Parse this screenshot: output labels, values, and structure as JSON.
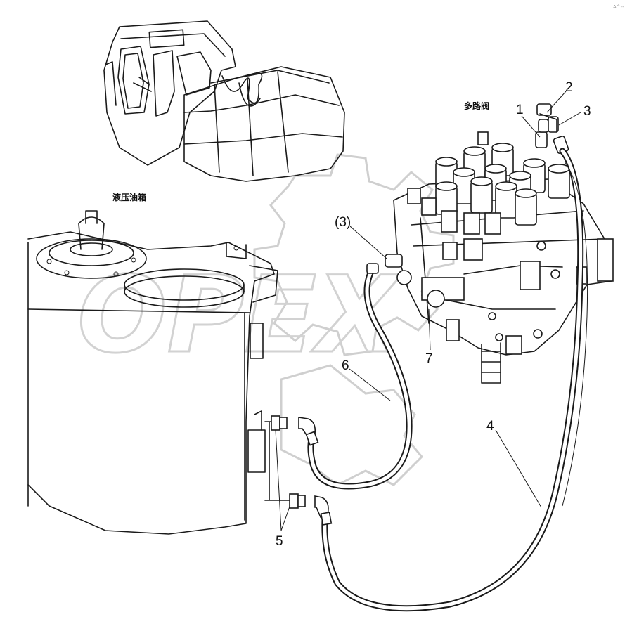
{
  "watermark": {
    "text": "OPEX"
  },
  "corner_mark": "A^--",
  "labels": {
    "multi_valve": "多路阀",
    "hydraulic_tank": "液压油箱"
  },
  "callouts": [
    {
      "id": "c1",
      "text": "1"
    },
    {
      "id": "c2",
      "text": "2"
    },
    {
      "id": "c3",
      "text": "3"
    },
    {
      "id": "c3p",
      "text": "(3)"
    },
    {
      "id": "c4",
      "text": "4"
    },
    {
      "id": "c5",
      "text": "5"
    },
    {
      "id": "c6",
      "text": "6"
    },
    {
      "id": "c7",
      "text": "7"
    }
  ]
}
